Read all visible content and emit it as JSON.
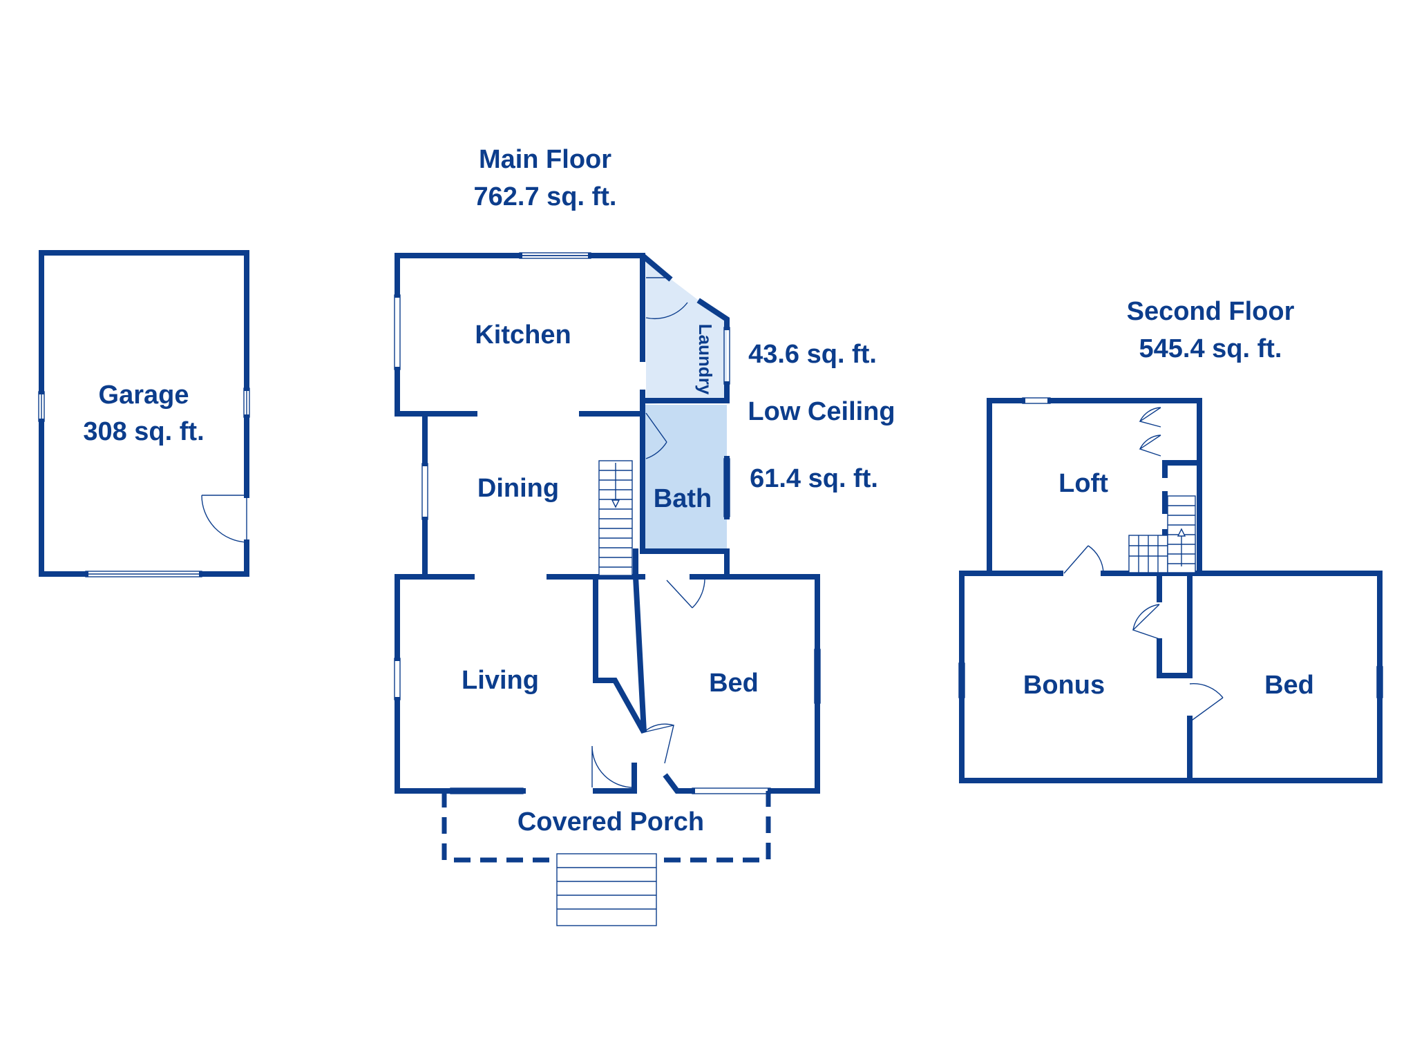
{
  "main_floor": {
    "title": "Main Floor",
    "area": "762.7 sq. ft."
  },
  "second_floor": {
    "title": "Second Floor",
    "area": "545.4 sq. ft."
  },
  "garage": {
    "name": "Garage",
    "area": "308 sq. ft."
  },
  "rooms": {
    "kitchen": "Kitchen",
    "laundry": "Laundry",
    "dining": "Dining",
    "bath": "Bath",
    "living": "Living",
    "bed_main": "Bed",
    "covered_porch": "Covered Porch",
    "loft": "Loft",
    "bonus": "Bonus",
    "bed_second": "Bed"
  },
  "annotations": {
    "laundry_area": "43.6 sq. ft.",
    "low_ceiling": "Low Ceiling",
    "bath_area": "61.4 sq. ft."
  },
  "colors": {
    "wall": "#0c3d8c",
    "laundry_fill": "#dce9f8",
    "bath_fill": "#c5dcf3",
    "background": "#ffffff"
  }
}
